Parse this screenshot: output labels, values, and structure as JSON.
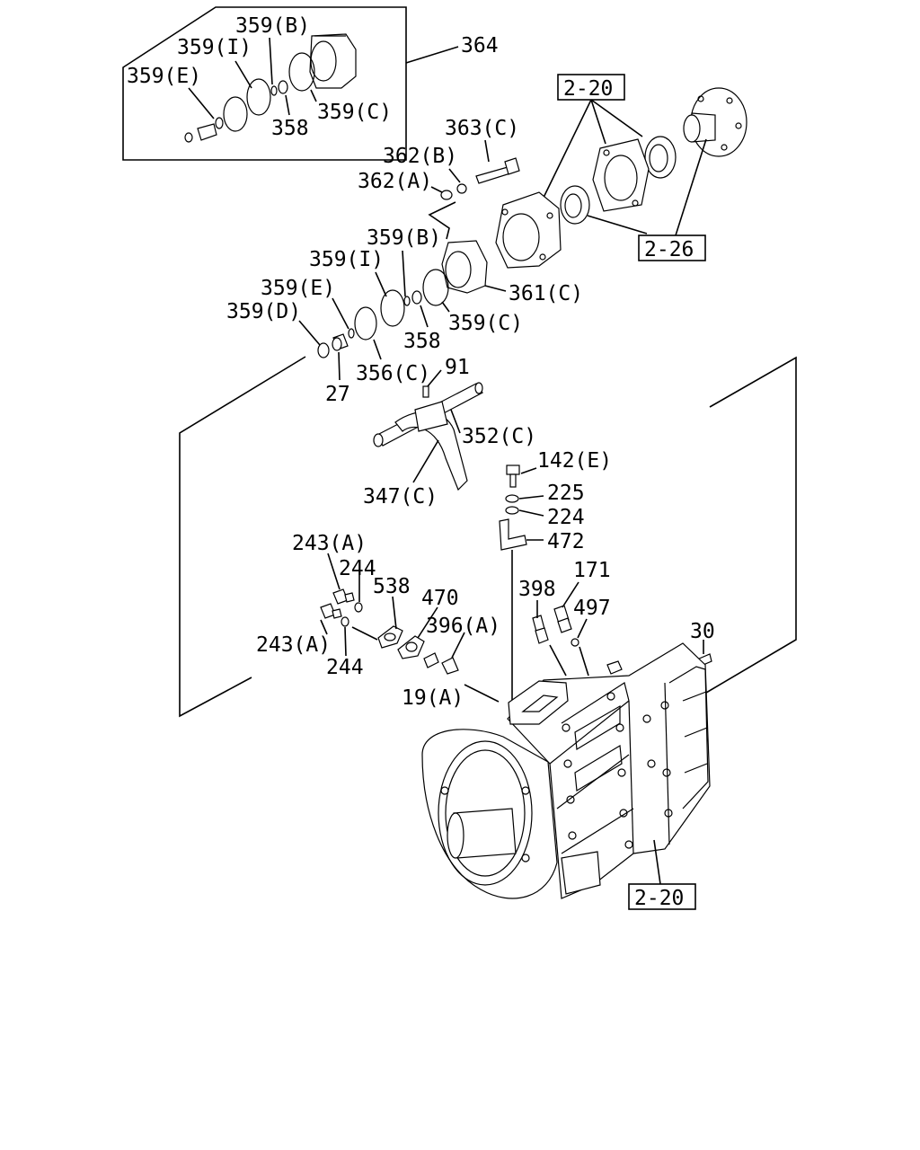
{
  "labels": {
    "l359b_top": "359(B)",
    "l359i_top": "359(I)",
    "l359e_top": "359(E)",
    "l358_top": "358",
    "l359c_top": "359(C)",
    "l364": "364",
    "l2_20_top": "2-20",
    "l363c": "363(C)",
    "l362b": "362(B)",
    "l362a": "362(A)",
    "l2_26": "2-26",
    "l359b_mid": "359(B)",
    "l359i_mid": "359(I)",
    "l359e_mid": "359(E)",
    "l359d_mid": "359(D)",
    "l361c": "361(C)",
    "l359c_mid": "359(C)",
    "l358_mid": "358",
    "l356c": "356(C)",
    "l91": "91",
    "l27": "27",
    "l352c": "352(C)",
    "l347c": "347(C)",
    "l142e": "142(E)",
    "l225": "225",
    "l224": "224",
    "l472": "472",
    "l243a_top": "243(A)",
    "l244_top": "244",
    "l538": "538",
    "l470": "470",
    "l171": "171",
    "l398": "398",
    "l396a": "396(A)",
    "l497": "497",
    "l30": "30",
    "l243a_bot": "243(A)",
    "l244_bot": "244",
    "l19a": "19(A)",
    "l2_20_bot": "2-20"
  }
}
